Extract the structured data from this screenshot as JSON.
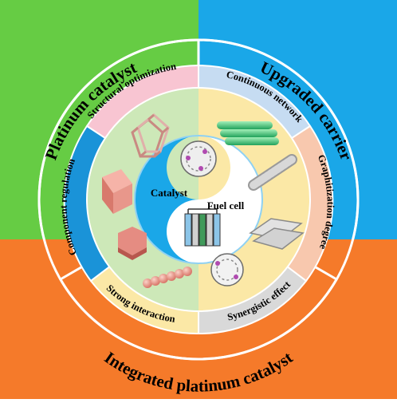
{
  "outer": {
    "top_left": "Platinum catalyst",
    "top_right": "Upgraded carrier",
    "bottom": "Integrated platinum catalyst"
  },
  "middle": {
    "structural": "Structural optimization",
    "component": "Component  regulation",
    "strong": "Strong interaction",
    "continuous": "Continuous network",
    "graphitization": "Graphitization degree",
    "synergistic": "Synergistic effect"
  },
  "center": {
    "catalyst": "Catalyst",
    "fuel_cell": "Fuel cell"
  },
  "colors": {
    "green": "#66cc44",
    "blue": "#1aa7e8",
    "orange": "#f57a2a",
    "pink": "#f8c5d2",
    "blue_light": "#c6dcf2",
    "green_light": "#cde8b8",
    "yellow_light": "#fbe8a6",
    "peach": "#f8c8ae",
    "gray": "#d9d9d9"
  }
}
